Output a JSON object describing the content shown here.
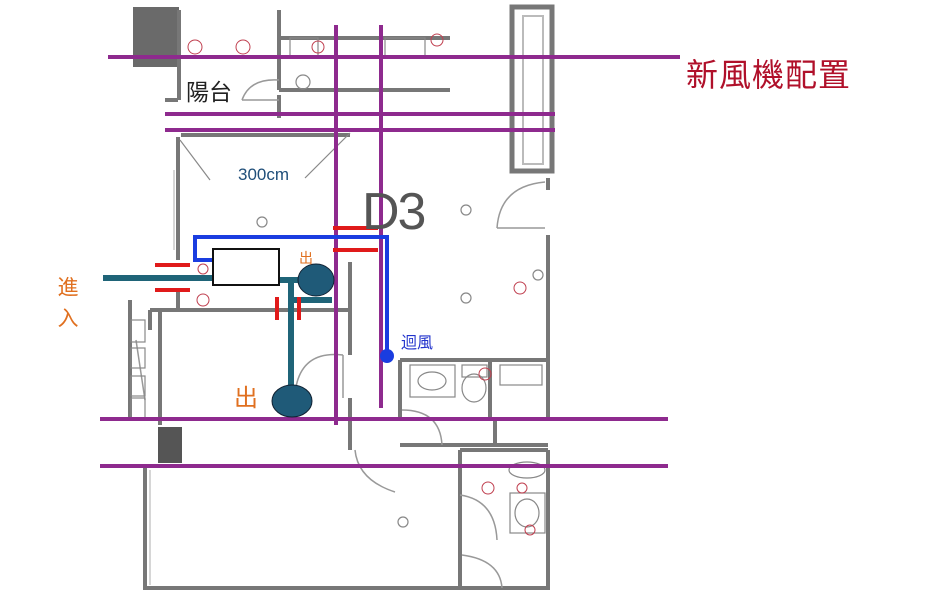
{
  "title": "新風機配置",
  "labels": {
    "balcony": "陽台",
    "dimension": "300cm",
    "unit": "D3",
    "intake": "進入",
    "outlet_small": "出",
    "outlet_large": "出",
    "return_air": "迴風"
  },
  "colors": {
    "title": "#b0102a",
    "guide_line": "#8e2a8e",
    "supply_duct": "#1f6478",
    "return_duct": "#1a3de0",
    "damper": "#e01a1a",
    "wall": "#777777",
    "label_orange": "#e07020",
    "label_blue": "#2233cc"
  }
}
